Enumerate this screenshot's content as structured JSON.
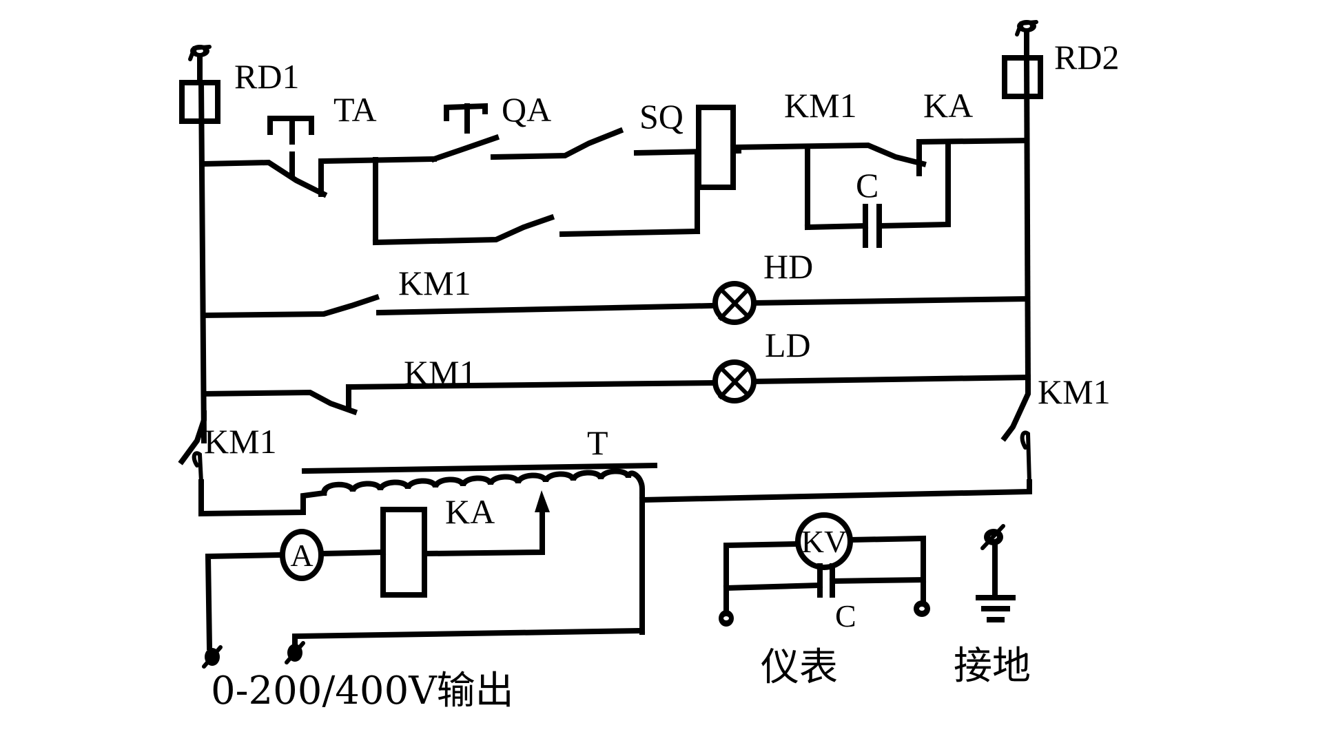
{
  "diagram": {
    "title": "Withstand voltage tester control circuit",
    "labels": {
      "fuse_left": "RD1",
      "fuse_right": "RD2",
      "stop_button": "TA",
      "start_button": "QA",
      "limit_switch": "SQ",
      "contactor_coil": "KM1",
      "relay_contact_top": "KA",
      "capacitor_top": "C",
      "lamp_high": "HD",
      "lamp_low": "LD",
      "km1_contact_hd": "KM1",
      "km1_contact_ld": "KM1",
      "km1_contact_left": "KM1",
      "km1_contact_right": "KM1",
      "transformer": "T",
      "relay_coil": "KA",
      "ammeter": "A",
      "kilovoltmeter": "KV",
      "capacitor_bottom": "C"
    },
    "captions": {
      "output": "0-200/400V输出",
      "meter": "仪表",
      "ground": "接地"
    }
  }
}
